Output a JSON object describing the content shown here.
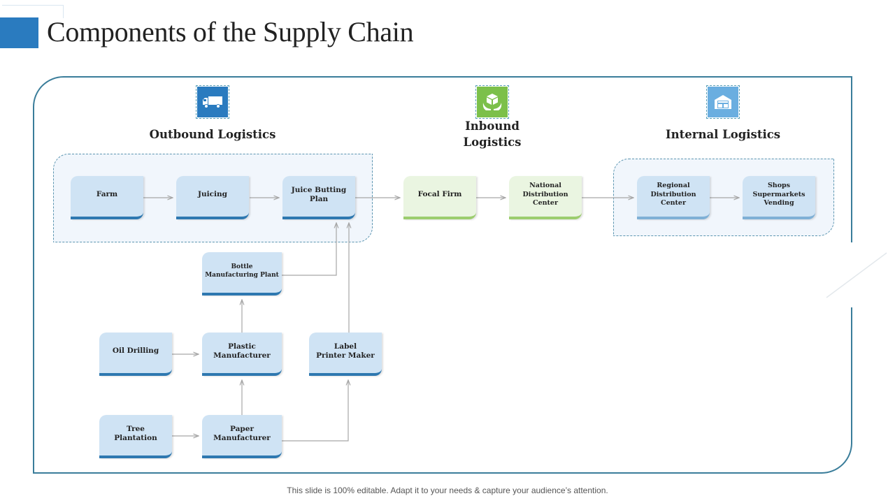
{
  "slide": {
    "title": "Components of the Supply Chain",
    "footer": "This slide is 100% editable. Adapt it to your needs & capture your audience’s attention."
  },
  "sections": [
    {
      "id": "outbound",
      "heading": "Outbound Logistics",
      "icon": "truck-icon",
      "icon_color": "#2a7bbf"
    },
    {
      "id": "inbound",
      "heading_line1": "Inbound",
      "heading_line2": "Logistics",
      "icon": "box-in-hands-icon",
      "icon_color": "#7cc04a"
    },
    {
      "id": "internal",
      "heading": "Internal Logistics",
      "icon": "warehouse-icon",
      "icon_color": "#6aaee0"
    }
  ],
  "nodes": {
    "farm": {
      "label": "Farm"
    },
    "juicing": {
      "label": "Juicing"
    },
    "juice_butting": {
      "line1": "Juice Butting",
      "line2": "Plan"
    },
    "focal_firm": {
      "label": "Focal Firm"
    },
    "national_dc": {
      "line1": "National",
      "line2": "Distribution",
      "line3": "Center"
    },
    "regional_dc": {
      "line1": "Regional",
      "line2": "Distribution",
      "line3": "Center"
    },
    "shops": {
      "line1": "Shops",
      "line2": "Supermarkets",
      "line3": "Vending"
    },
    "bottle_plant": {
      "line1": "Bottle",
      "line2": "Manufacturing Plant"
    },
    "oil_drilling": {
      "label": "Oil Drilling"
    },
    "plastic_mfr": {
      "line1": "Plastic",
      "line2": "Manufacturer"
    },
    "label_printer": {
      "line1": "Label",
      "line2": "Printer Maker"
    },
    "tree_plantation": {
      "line1": "Tree",
      "line2": "Plantation"
    },
    "paper_mfr": {
      "line1": "Paper",
      "line2": "Manufacturer"
    }
  },
  "edges": [
    {
      "from": "Farm",
      "to": "Juicing"
    },
    {
      "from": "Juicing",
      "to": "Juice Butting Plan"
    },
    {
      "from": "Juice Butting Plan",
      "to": "Focal Firm"
    },
    {
      "from": "Focal Firm",
      "to": "National Distribution Center"
    },
    {
      "from": "National Distribution Center",
      "to": "Regional Distribution Center"
    },
    {
      "from": "Regional Distribution Center",
      "to": "Shops Supermarkets Vending"
    },
    {
      "from": "Bottle Manufacturing Plant",
      "to": "Juice Butting Plan"
    },
    {
      "from": "Label Printer Maker",
      "to": "Juice Butting Plan"
    },
    {
      "from": "Plastic Manufacturer",
      "to": "Bottle Manufacturing Plant"
    },
    {
      "from": "Oil Drilling",
      "to": "Plastic Manufacturer"
    },
    {
      "from": "Tree Plantation",
      "to": "Paper Manufacturer"
    },
    {
      "from": "Paper Manufacturer",
      "to": "Plastic Manufacturer"
    },
    {
      "from": "Paper Manufacturer",
      "to": "Label Printer Maker"
    }
  ],
  "colors": {
    "accent_blue": "#2a7bbf",
    "frame": "#3a7d9a",
    "node_fill_blue": "#cfe3f4",
    "node_fill_green": "#eaf5e1",
    "connector": "#a6a6a6"
  }
}
